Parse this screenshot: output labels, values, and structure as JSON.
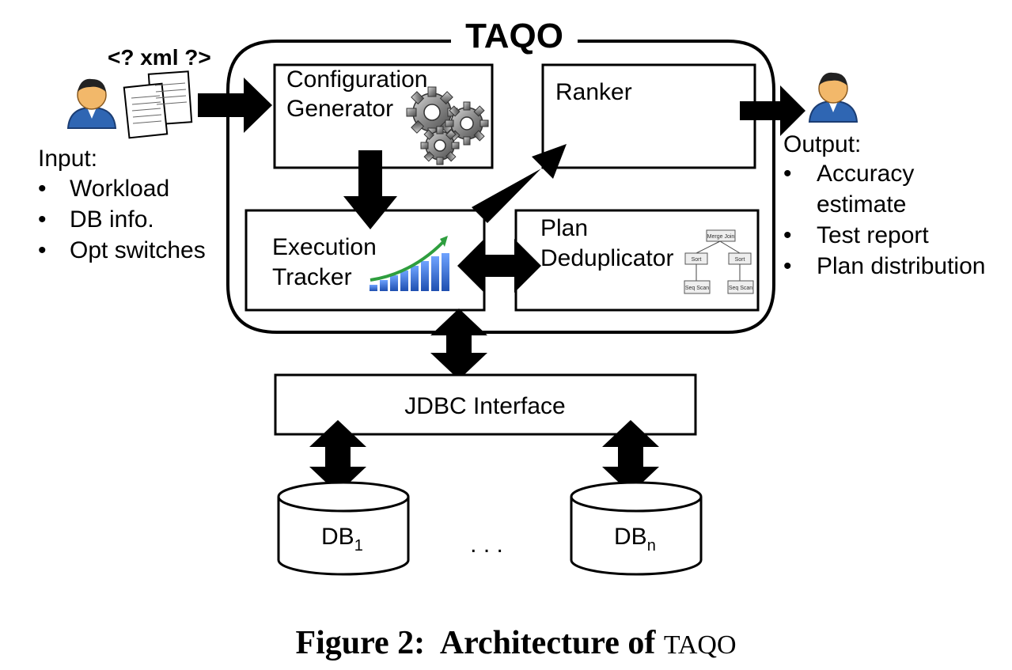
{
  "system": {
    "title": "TAQO"
  },
  "input": {
    "file_label": "<? xml ?>",
    "heading": "Input:",
    "items": [
      "Workload",
      "DB info.",
      "Opt switches"
    ]
  },
  "output": {
    "heading": "Output:",
    "items": [
      "Accuracy",
      "estimate",
      "Test report",
      "Plan distribution"
    ]
  },
  "modules": {
    "config_generator": {
      "line1": "Configuration",
      "line2": "Generator"
    },
    "ranker": {
      "label": "Ranker"
    },
    "execution_tracker": {
      "line1": "Execution",
      "line2": "Tracker"
    },
    "plan_dedup": {
      "line1": "Plan",
      "line2": "Deduplicator"
    },
    "jdbc": {
      "label": "JDBC Interface"
    }
  },
  "plan_tree": {
    "root": "Merge Join",
    "mid_left": "Sort",
    "mid_right": "Sort",
    "leaf_left": "Seq Scan",
    "leaf_right": "Seq Scan"
  },
  "databases": {
    "first_base": "DB",
    "first_sub": "1",
    "ellipsis": ". . .",
    "last_base": "DB",
    "last_sub": "n"
  },
  "caption": {
    "prefix": "Figure 2:  Architecture of ",
    "name": "TAQO"
  },
  "colors": {
    "gear": "#8a8a8a",
    "bar": "#2f6fd6",
    "trend": "#2e9e3e",
    "person_shirt": "#2f66b3",
    "person_skin": "#f2b86a"
  }
}
